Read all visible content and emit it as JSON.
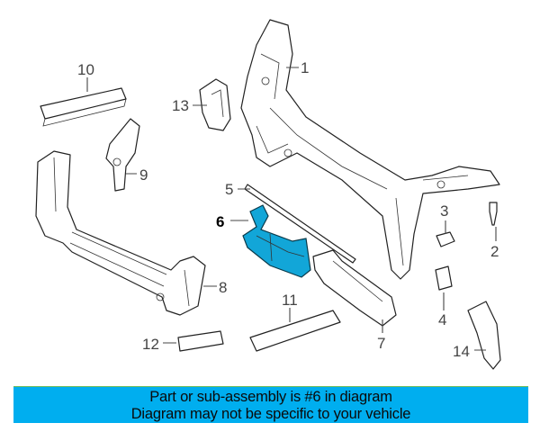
{
  "diagram": {
    "selected_part": "6",
    "highlight_color": "#12a6d8",
    "callouts": [
      "1",
      "2",
      "3",
      "4",
      "5",
      "6",
      "7",
      "8",
      "9",
      "10",
      "11",
      "12",
      "13",
      "14"
    ]
  },
  "banner": {
    "line1": "Part or sub-assembly is #6 in diagram",
    "line2": "Diagram may not be specific to your vehicle",
    "color": "#00aeef"
  }
}
